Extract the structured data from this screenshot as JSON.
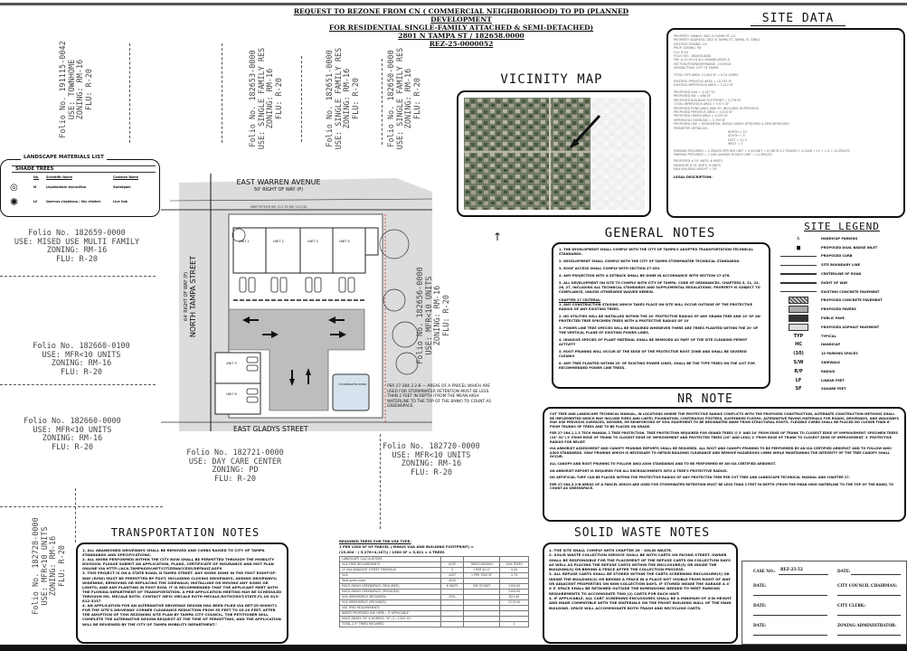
{
  "header": {
    "title_lines": [
      "REQUEST TO REZONE FROM CN ( COMMERCIAL NEIGHBORHOOD) TO PD (PLANNED DEVELOPMENT",
      "FOR RESIDENTIAL SINGLE-FAMILY ATTACHED & SEMI-DETACHED)",
      "2801 N TAMPA ST / 182658.0000",
      "REZ-25-0000052"
    ]
  },
  "site_data": {
    "heading": "SITE DATA",
    "lines": [
      "PROPERTY OWNER: 2801 N TAMPA ST LLC",
      "PROPERTY ADDRESS: 2801 N TAMPA ST, TAMPA, FL 33602",
      "EXISTING ZONING: CN",
      "PROP. ZONING: PD",
      "FLU: R-20",
      "FOLIO NO.: 182658.0000",
      "PIN: A-13-29-18-4LC-000000-00001.0",
      "SECTION/TOWNSHIP/RANGE: 13/29/18",
      "JURISDICTION: CITY OF TAMPA",
      "",
      "TOTAL SITE AREA: 15,004 SF = 0.34 ACRES",
      "",
      "EXISTING PERVIOUS AREA = 10,793 SF",
      "EXISTING IMPERVIOUS AREA = 4,212 SF",
      "",
      "PROPOSED VUA = 4,107 SF",
      "PROPOSED SW = 586 SF",
      "PROPOSED BUILDING FOOTPRINT = 5,276 SF",
      "TOTAL IMPERVIOUS AREA = 9,971 SF",
      "PROPOSED POND AREA (800 SF) INCLUDED IN PERVIOUS",
      "PROPOSED PERVIOUS AREA = 5,033 SF",
      "PROPOSED GREEN AREA = 4,033 SF",
      "IMPERVIOUS INCREASE = 5,759 SF",
      "PROPOSED USE = RESIDENTIAL SINGLE-FAMILY ATTACHED & SEMI-DETACHED",
      "PERIMETER SETBACKS:",
      "NORTH = 10'",
      "SOUTH = 5'",
      "EAST = 12.5'",
      "WEST = 7'",
      "",
      "PARKING REQUIRED = 2 SPACES PER RES UNIT + 0.25/UNIT = 6 UNITS X 2 SPACES + 0.25X6 = 12 + 1.5 = 14 SPACES",
      "PARKING PROVIDED = 2 CAR GARAGE IN EACH UNIT = 14 SPACES",
      "",
      "PROPOSED # OF UNITS: 6 UNITS",
      "MAXIMUM # OF UNITS: 6 UNITS",
      "MAX BUILDING HEIGHT = 35'"
    ],
    "legal_heading": "LEGAL DESCRIPTION:"
  },
  "vicinity_map": {
    "heading": "VICINITY MAP"
  },
  "folios_top": [
    [
      "Folio No. 191115-0042",
      "USE: TOWNHOME",
      "ZONING: RM-16",
      "FLU: R-20"
    ],
    [
      "Folio No. 182653-0000",
      "USE: SINGLE FAMILY RES",
      "ZONING: RM-16",
      "FLU: R-20"
    ],
    [
      "Folio No. 182651-0000",
      "USE: SINGLE FAMILY RES",
      "ZONING: RM-16",
      "FLU: R-20"
    ],
    [
      "Folio No. 182650-0000",
      "USE: SINGLE FAMILY RES",
      "ZONING: RM-16",
      "FLU: R-20"
    ]
  ],
  "folios_left": [
    [
      "Folio No. 182659-0000",
      "USE: MISED USE MULTI FAMILY",
      "ZONING: RM-16",
      "FLU: R-20"
    ],
    [
      "Folio No. 182660-0100",
      "USE: MFR<10 UNITS",
      "ZONING: RM-16",
      "FLU: R-20"
    ],
    [
      "Folio No. 182660-0000",
      "USE: MFR<10 UNITS",
      "ZONING: RM-16",
      "FLU: R-20"
    ]
  ],
  "folio_right": [
    "Folio No. 182656-0000",
    "USE: MFR<10 UNITS",
    "ZONING: RM-16",
    "FLU: R-20"
  ],
  "folios_bottom": [
    [
      "Folio No. 182728-0000",
      "USE: MFR<10 UNITS",
      "ZONING: RM-16",
      "FLU: R-20"
    ],
    [
      "Folio No. 182721-0000",
      "USE: DAY CARE CENTER",
      "ZONING: PD",
      "FLU: R-20"
    ],
    [
      "Folio No. 182720-0000",
      "USE: MFR<10 UNITS",
      "ZONING: RM-16",
      "FLU: R-20"
    ]
  ],
  "landscape": {
    "heading": "LANDSCAPE MATERIALS LIST",
    "subheading": "SHADE TREES",
    "columns": [
      "No.",
      "Scientific Name",
      "Common Name"
    ],
    "rows": [
      [
        "M",
        "Liquidambar styraciflua",
        "Sweetgum"
      ],
      [
        "LV",
        "Quercus virginiana / Sky climber",
        "Live Oak"
      ]
    ]
  },
  "site_plan": {
    "north_street": "EAST WARREN AVENUE",
    "north_row": "50' RIGHT OF WAY (P)",
    "west_street": "NORTH TAMPA STREET",
    "west_row": "64' RIGHT OF WAY (P)",
    "south_street": "EAST GLADYS STREET",
    "bearing": "N89°53'56\"E(M) 111.79'(M) 112'(D)",
    "pond": "STORMWATER POND",
    "units": [
      "UNIT 1",
      "UNIT 2",
      "UNIT 3",
      "UNIT 4",
      "UNIT 5",
      "UNIT 6"
    ]
  },
  "general_notes": {
    "heading": "GENERAL NOTES",
    "items": [
      "1. THE DEVELOPMENT SHALL COMPLY WITH THE CITY OF TAMPA'S ADOPTED TRANSPORTATION TECHNICAL STANDARDS.",
      "2. DEVELOPMENT SHALL COMPLY WITH THE CITY OF TAMPA STORMWATER TECHNICAL STANDARDS.",
      "3. ROOF ACCESS SHALL COMPLY WITH SECTION 27-459.",
      "4. ANY PROJECTION INTO A SETBACK SHALL BE DONE IN ACCORDANCE WITH SECTION 27-476.",
      "5. ALL DEVELOPMENT ON SITE TO COMPLY WITH CITY OF TAMPA, CODE OF ORDINANCES, CHAPTERS 5, 21, 22, 26, 27, INCLUDING ALL TECHNICAL STANDARDS AND SUPPLEMENTAL REGULATIONS. PROPERTY IS SUBJECT TO COMPLIANCE, UNLESS OTHERWISE WAIVED HEREIN."
    ],
    "subheading": "CHAPTER 27 CRITERIA:",
    "criteria": [
      "1. ANY CONSTRUCTION STAGING WHICH TAKES PLACE ON SITE WILL OCCUR OUTSIDE OF THE PROTECTIVE RADIUS OF ANY EXISTING TREES.",
      "2. NO UTILITIES WILL BE INSTALLED WITHIN THE 20' PROTECTIVE RADIUS OF ANY GRAND TREE AND 10' OF AN PROTECTED TREE SPECIMEN TREES WITH A PROTECTIVE RADIUS OF 10'",
      "3. POWER LINE TREE SPECIES WILL BE REQUIRED WHENEVER THERE ARE TREES PLANTED WITHIN THE 20' OF THE VERTICAL PLANE OF EXISTING POWER LINES.",
      "4. INVASIVE SPECIES OF PLANT MATERIAL SHALL BE REMOVED AS PART OF THE SITE CLEARING PERMIT ACTIVITY",
      "5. ROOT PRUNING WILL OCCUR AT THE EDGE OF THE PROTECTIVE ROOT ZONE AND SHALL BE SEVERED CLEANLY",
      "6. ANY TREE PLANTED WITHIN 20' OF EXISTING POWER LINES, SHALL BE THE TYPE TREES ON THE LIST FOR RECOMMENDED POWER LINE TREES."
    ]
  },
  "site_legend": {
    "heading": "SITE LEGEND",
    "items": [
      {
        "symbol": "♿",
        "label": "HANDICAP PARKING"
      },
      {
        "symbol": "▆",
        "label": "PROPOSED DUAL BADGE INLET"
      },
      {
        "symbol": "line",
        "label": "PROPOSED CURB"
      },
      {
        "symbol": "line",
        "label": "SITE BOUNDARY LINE"
      },
      {
        "symbol": "line",
        "label": "CENTERLINE OF ROAD"
      },
      {
        "symbol": "line",
        "label": "RIGHT OF WAY"
      },
      {
        "symbol": "line",
        "label": "EXISTING CONCRETE PAVEMENT"
      },
      {
        "symbol": "hatch",
        "label": "PROPOSED CONCRETE PAVEMENT"
      },
      {
        "symbol": "gray",
        "label": "PROPOSED PAVERS"
      },
      {
        "symbol": "dark",
        "label": "PUBLIC PAVE"
      },
      {
        "symbol": "light",
        "label": "PROPOSED ASPHALT PAVEMENT"
      },
      {
        "symbol": "TYP",
        "label": "TYPICAL"
      },
      {
        "symbol": "HC",
        "label": "HANDICAP"
      },
      {
        "symbol": "(10)",
        "label": "10 PARKING SPACES"
      },
      {
        "symbol": "S/W",
        "label": "SIDEWALK"
      },
      {
        "symbol": "R/P",
        "label": "RADIUS"
      },
      {
        "symbol": "LF",
        "label": "LINEAR FEET"
      },
      {
        "symbol": "SF",
        "label": "SQUARE FEET"
      }
    ]
  },
  "nr_note": {
    "heading": "NR NOTE",
    "paragraphs": [
      "COT TREE AND LANDSCAPE TECHNICAL MANUAL, IN LOCATIONS WHERE THE PROTECTIVE RADIUS CONFLICTS WITH THE PROPOSED CONSTRUCTION, ALTERNATE CONSTRUCTION METHODS SHALL BE IMPLEMENTED WHICH MAY INCLUDE PIERS AND LINTEL FOUNDATION, CONTINUOUS FOOTERS, SUSPENDED FLOORS. ALTERNATIVE PAVING MATERIALS FOR ROADS, DRIVEWAYS, AND WALKWAYS MAY USE PERVIOUS SURFACES, GEOWEB, OR REINFORCING OF SOIL EQUIPMENT TO BE DESIGNATED AWAY FROM STRUCTURAL ROOTS. FLEXIBLE CURBS SHALL BE PLACED NO CLOSER THAN 6\" FROM TRUNKS OF TREES AND TO BE PLACED ON GRADE.",
      "PER 27-284.1.1.3 TECH MANUAL 2 TREE PROTECTION. TREE PROTECTION REQUIRED FOR GRAND TREES @ 2' AND 20' FROM EDGE OF TRUNK TO CLOSEST EDGE OF IMPROVEMENT. SPECIMEN TREES (24\"-32\") 5' FROM EDGE OF TRUNK TO CLOSEST EDGE OF IMPROVEMENT AND PROTECTED TREES (20\" AND LESS) 2' FROM EDGE OF TRUNK TO CLOSEST EDGE OF IMPROVEMENT. 3' PROTECTIVE RADIUS FOR RELIEF.",
      "ISA ARBORIST ASSESSMENT AND CANOPY PRUNING REPORTS SHALL BE REQUIRED. ALL ROOT AND CANOPY PRUNING TO BE PERFORMED BY AN ISA CERTIFIED ARBORIST AND TO FOLLOW ANSI A300 STANDARDS. ONLY PRUNING WHICH IS NECESSARY TO OBTAIN BUILDING CLEARANCE AND REMOVE HAZARDOUS LIMBS WHILE MAINTAINING THE INTEGRITY OF THE TREE CANOPY SHALL OCCUR.",
      "ALL CANOPY AND ROOT PRUNING TO FOLLOW ANSI A300 STANDARDS AND TO BE PERFORMED BY AN ISA CERTIFIED ARBORIST.",
      "AN ARBORIST REPORT IS REQUIRED FOR ALL ENCROACHMENTS INTO A TREE'S PROTECTIVE RADIUS.",
      "NO ARTIFICIAL TURF CAN BE PLACED WITHIN THE PROTECTIVE RADIUS OF ANY PROTECTED TREE PER COT TREE AND LANDSCAPE TECHNICAL MANUAL AND CHAPTER 27.",
      "PER 27-284.3.2-B-AREAS OF A PARCEL WHICH ARE USED FOR STORMWATER RETENTION MUST BE LESS THAN 2 FEET IN DEPTH (FROM THE MEAN HIGH WATERLINE TO THE TOP OF THE BANK) TO COUNT AS GREENSPACE."
    ]
  },
  "plan_note": "PER 27-284.3.2-B — AREAS OF A PARCEL WHICH ARE USED FOR STORMWATER RETENTION MUST BE LESS THAN 2 FEET IN DEPTH (FROM THE MEAN HIGH WATERLINE TO THE TOP OF THE BANK) TO COUNT AS GREENSPACE.",
  "transportation_notes": {
    "heading": "TRANSPORTATION NOTES",
    "items": [
      "1. ALL ABANDONED DRIVEWAYS SHALL BE REMOVED AND CURBS RAISED TO CITY OF TAMPA STANDARDS AND SPECIFICATIONS.",
      "2. ALL WORK PERFORMED WITHIN THE CITY ROW SHALL BE PERMITTED THROUGH THE MOBILITY DIVISION. PLEASE SUBMIT AN APPLICATION, PLANS, CERTIFICATE OF INSURANCE AND MOT PLAN ONLINE VIA http://aca.tampagov.net/citizenaccess/default.aspx",
      "3. THIS PROJECT IS ON A STATE ROAD, N TAMPA STREET. ANY WORK DONE IN THE FDOT RIGHT-OF-WAY (ROW) MUST BE PERMITTED BY FDOT, INCLUDING CLOSING DRIVEWAYS; ADDING DRIVEWAYS; WIDENING, REMOVING OR REPLACING THE SIDEWALK; INSTALLING OR MOVING ANY SIGNS OR LIGHTS; AND ANY PLANTING IN FDOT ROW. IT IS RECOMMENDED THAT THE APPLICANT MEET WITH THE FLORIDA DEPARTMENT OF TRANSPORTATION. A PRE-APPLICATION MEETING MAY BE SCHEDULED THROUGH MS. MECALE ROTH. CONTACT INFO: MECALE ROTH MECALE.ROTH@DOT.STATE.FL.US 813-612-3237",
      "4. AN APPLICATION FOR AN ALTERNATIVE DRIVEWAY DESIGN HAS BEEN FILED VIA DET-25-0000071 FOR THE SITE'S DRIVEWAY CORNER CLEARANCE REDUCTION FROM 55 FEET TO 45.20 FEET. AFTER THE ADOPTION OF THIS REZONING SITE PLAN BY TAMPA CITY COUNCIL, THE PETITIONER WILL COMPLETE THE ALTERNATIVE DESIGN REQUEST AT THE TIME OF PERMITTING, AND THE APPLICATION WILL BE REVIEWED BY THE CITY OF TAMPA MOBILITY DEPARTMENT.\""
    ]
  },
  "required_trees": {
    "heading": "REQUIRED TREES FOR THE USE TYPE:",
    "formula_1": "1 PER 1500 SF OF PARCEL ( MINUS VUA AND BUILDING FOOTPRINT) =",
    "formula_2": "(15,004 - ( 5,276+4,107)) / 1500 SF = 5,621 = 4 TREES",
    "rows": [
      [
        "LANDSCAPE CALCULATIONS",
        "",
        "",
        ""
      ],
      [
        "VUA TREE REQUIREMENTS",
        "LF/SF",
        "TREES NEEDED",
        "VUA TREES"
      ],
      [
        "LF VUA ADJACENT STREET FRONTAGE",
        "0",
        "1 PER 40 LF",
        "0.00"
      ],
      [
        "VUA",
        "4107",
        "1 PER 1500 SF",
        "2.74"
      ],
      [
        "Total green area",
        "4033",
        "",
        ""
      ],
      [
        "MULTI-FAMILY GREENSPACE (REQUIRED)",
        "6 UNITS",
        "350 SF/UNIT",
        "2100.00"
      ],
      [
        "MULTI-FAMILY GREENSPACE (PROVIDED)",
        "",
        "",
        "2100.00"
      ],
      [
        "VUA GREENSPACE (REQUIRED)",
        "20%",
        "",
        "821.40"
      ],
      [
        "VUA GREENSPACE (PROVIDED)",
        "",
        "",
        "2213.00"
      ],
      [
        "USE TREE REQUIREMENTS",
        "",
        "",
        ""
      ],
      [
        "INSERT PROPOSED USE HERE... IF APPLICABLE",
        "",
        "",
        ""
      ],
      [
        "MULTI-FAMILY: \"M\" & NONRES: \"N\" (1 / 1,500 SF)",
        "",
        "",
        ""
      ],
      [
        "TOTAL 2.5\" TREES REQUIRED",
        "",
        "",
        "1"
      ]
    ]
  },
  "solid_waste": {
    "heading": "SOLID WASTE NOTES",
    "items": [
      "1. THE SITE SHALL COMPLY WITH CHAPTER 26 - SOLID WASTE.",
      "2. SOLID WASTE COLLECTION SERVICE SHALL BE WITH CARTS ON FACING STREET. OWNER SHALL BE RESPONSIBLE FOR THE PLACEMENT OF THE REFUSE CARTS ON COLLECTION DAYS AS WELL AS PLACING THE REFUSE CARTS WITHIN THE ENCLOSURE(S) OR INSIDE THE BUILDING(S) OR BEHIND A FENCE AFTER THE COLLECTION PROCESS.",
      "3. ALL REFUSE CARTS SHALL BE STORED WITHIN THE CARTS SCREENING ENCLOSURE(S) OR INSIDE THE BUILDING(S) OR BEHIND A FENCE IN A PLACE NOT VISIBLE FROM RIGHT OF WAY OR ADJACENT PROPERTIES ON NON-COLLECTION DAYS. IF STORED INSIDE THE GARAGE A 4' X 5' SPACE SHALL BE RETAINED OUTSIDE THE DIMENSIONS NEEDED TO MEET PARKING REQUIREMENTS TO ACCOMODATE TWO (2) CARTS FOR EACH UNIT.",
      "4. IF APPLICABLE, ALL CART SCREENING ENCLOSURES SHALL BE A MINIMUM OF 4'IN HEIGHT AND MADE COMPATIBLE WITH THE MATERIALS ON THE FRONT BUILDING WALL OF THE MAIN BUILDING. SPACE WILL ACCOMMODATE BOTH TRASH AND RECYCLING CARTS."
    ]
  },
  "signature_block": {
    "case_label": "CASE NO.:",
    "case_value": "REZ-25-52",
    "date_label": "DATE:",
    "council": "CITY COUNCIL CHAIRMAN:",
    "clerk": "CITY CLERK:",
    "zoning": "ZONING ADMINISTRATOR:"
  }
}
